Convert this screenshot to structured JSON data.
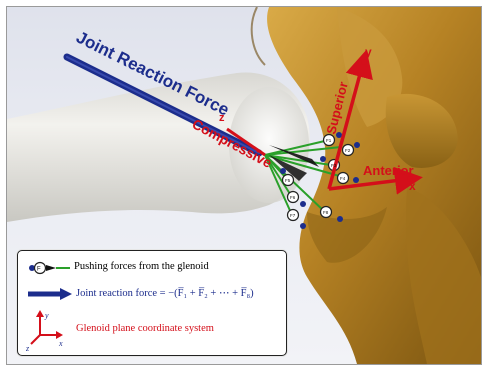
{
  "labels": {
    "joint_reaction_force": "Joint Reaction Force",
    "compressive": "Compressive",
    "superior": "Superior",
    "anterior": "Anterior",
    "axis_x": "x",
    "axis_y": "y",
    "axis_z": "z"
  },
  "pushing_force_labels": [
    "F1",
    "F2",
    "F3",
    "F4",
    "F5",
    "F6",
    "F7",
    "F8"
  ],
  "legend": {
    "pushing_forces": "Pushing forces from the glenoid",
    "joint_reaction_prefix": "Joint reaction force",
    "joint_reaction_formula": "= −(F̅₁ + F̅₂ + ⋯ + F̅₈)",
    "coordinate_system": "Glenoid plane coordinate system",
    "icon_label_f": "F",
    "icon_axis_x": "x",
    "icon_axis_y": "y",
    "icon_axis_z": "z"
  },
  "colors": {
    "joint_reaction_arrow": "#1c2d8c",
    "coordinate_axes": "#d40f1a",
    "pushing_force_green": "#2aa02a",
    "bone": "#b88a2a",
    "humerus": "#ecebe6"
  }
}
